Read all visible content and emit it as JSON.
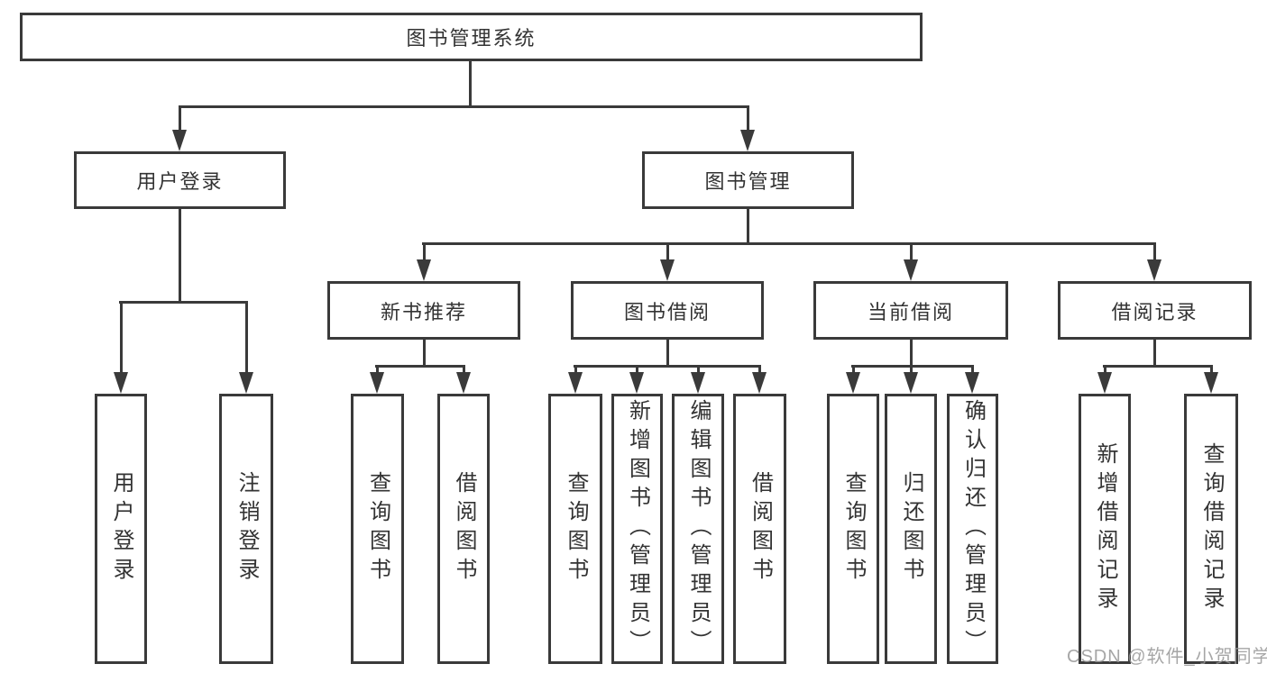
{
  "diagram": {
    "root": {
      "label": "图书管理系统"
    },
    "level2": {
      "user_login": "用户登录",
      "book_mgmt": "图书管理"
    },
    "level3": {
      "new_books": "新书推荐",
      "book_borrow": "图书借阅",
      "current_borrow": "当前借阅",
      "borrow_records": "借阅记录"
    },
    "leaves": {
      "user_login": [
        "用户登录",
        "注销登录"
      ],
      "new_books": [
        "查询图书",
        "借阅图书"
      ],
      "book_borrow": [
        "查询图书",
        "新增图书（管理员）",
        "编辑图书（管理员）",
        "借阅图书"
      ],
      "current_borrow": [
        "查询图书",
        "归还图书",
        "确认归还（管理员）"
      ],
      "borrow_records": [
        "新增借阅记录",
        "查询借阅记录"
      ]
    }
  },
  "watermark": {
    "text": "CSDN @软件_小贺同学"
  },
  "colors": {
    "line": "#3a3a3a",
    "text": "#333333",
    "background": "#ffffff",
    "watermark": "#969696"
  }
}
